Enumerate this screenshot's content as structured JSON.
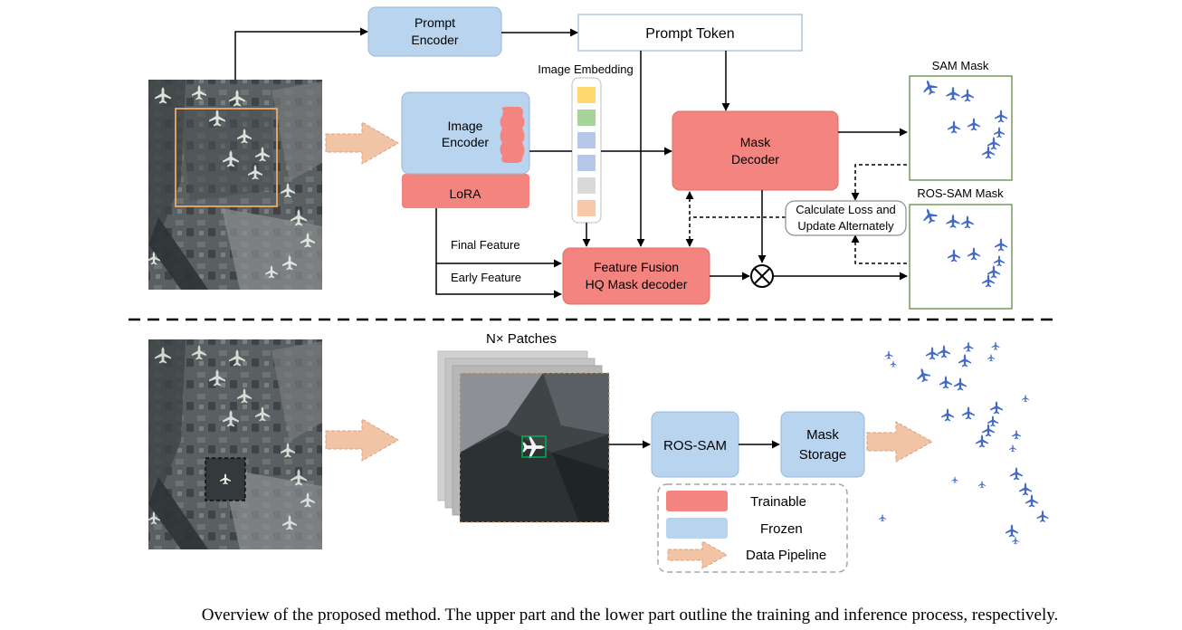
{
  "colors": {
    "trainable": "#f4847f",
    "frozen": "#b9d4ee",
    "pipeline": "#f2c4a6",
    "mask_plane": "#4169c9"
  },
  "icons": [
    "plane-icon",
    "multiply-operator-icon",
    "arrow-icon"
  ],
  "upper": {
    "prompt_encoder": [
      "Prompt",
      "Encoder"
    ],
    "prompt_token": "Prompt Token",
    "image_embedding": "Image Embedding",
    "image_encoder": [
      "Image",
      "Encoder"
    ],
    "lora": "LoRA",
    "mask_decoder": [
      "Mask",
      "Decoder"
    ],
    "final_feature": "Final Feature",
    "early_feature": "Early Feature",
    "feature_fusion": [
      "Feature Fusion",
      "HQ Mask decoder"
    ],
    "calc_loss": [
      "Calculate Loss and",
      "Update Alternately"
    ],
    "sam_mask": "SAM Mask",
    "ros_sam_mask": "ROS-SAM Mask"
  },
  "lower": {
    "patches": "N× Patches",
    "ros_sam": "ROS-SAM",
    "mask_storage": [
      "Mask",
      "Storage"
    ]
  },
  "legend": {
    "trainable": "Trainable",
    "frozen": "Frozen",
    "data_pipeline": "Data Pipeline"
  },
  "caption": "Overview of the proposed method. The upper part and the lower part outline the training and inference process, respectively."
}
